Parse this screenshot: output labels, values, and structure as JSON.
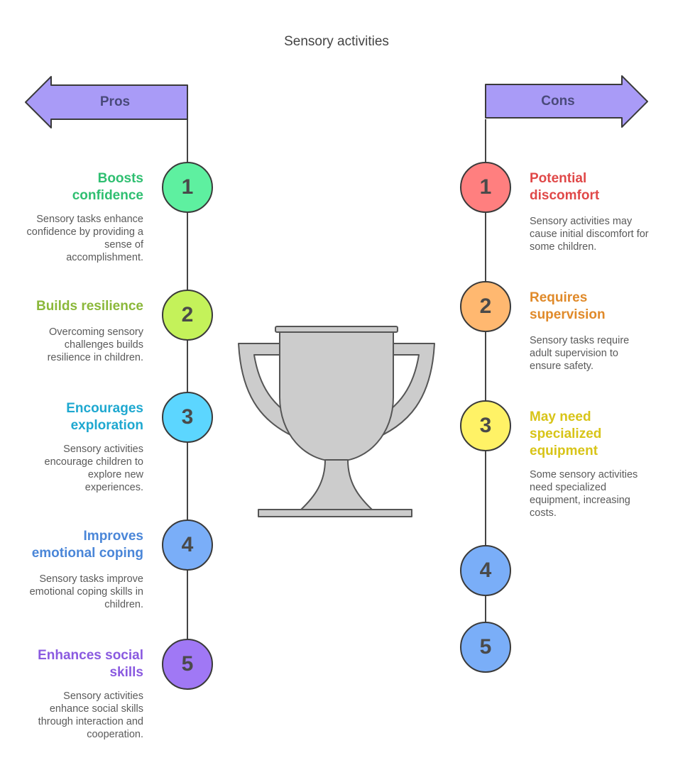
{
  "title": "Sensory activities",
  "pros": {
    "label": "Pros",
    "items": [
      {
        "number": "1",
        "heading": "Boosts confidence",
        "description": "Sensory tasks enhance confidence by providing a sense of accomplishment.",
        "color": "#2fbf71",
        "fill": "#5ef0a0"
      },
      {
        "number": "2",
        "heading": "Builds resilience",
        "description": "Overcoming sensory challenges builds resilience in children.",
        "color": "#8bb83a",
        "fill": "#c4f25a"
      },
      {
        "number": "3",
        "heading": "Encourages exploration",
        "description": "Sensory activities encourage children to explore new experiences.",
        "color": "#1ea8d0",
        "fill": "#5cd6ff"
      },
      {
        "number": "4",
        "heading": "Improves emotional coping",
        "description": "Sensory tasks improve emotional coping skills in children.",
        "color": "#4a86d8",
        "fill": "#7aaef8"
      },
      {
        "number": "5",
        "heading": "Enhances social skills",
        "description": "Sensory activities enhance social skills through interaction and cooperation.",
        "color": "#8a5ae0",
        "fill": "#a078f5"
      }
    ]
  },
  "cons": {
    "label": "Cons",
    "items": [
      {
        "number": "1",
        "heading": "Potential discomfort",
        "description": "Sensory activities may cause initial discomfort for some children.",
        "color": "#e04848",
        "fill": "#ff7f7f"
      },
      {
        "number": "2",
        "heading": "Requires supervision",
        "description": "Sensory tasks require adult supervision to ensure safety.",
        "color": "#e08a2a",
        "fill": "#ffb870"
      },
      {
        "number": "3",
        "heading": "May need specialized equipment",
        "description": "Some sensory activities need specialized equipment, increasing costs.",
        "color": "#d8c418",
        "fill": "#fff266"
      },
      {
        "number": "4",
        "heading": "",
        "description": "",
        "color": "#4a86d8",
        "fill": "#7aaef8"
      },
      {
        "number": "5",
        "heading": "",
        "description": "",
        "color": "#4a86d8",
        "fill": "#7aaef8"
      }
    ]
  },
  "colors": {
    "arrow_fill": "#a99bf7",
    "arrow_stroke": "#3a3a3a",
    "trophy_fill": "#cccccc",
    "trophy_stroke": "#555555",
    "line": "#444444"
  }
}
